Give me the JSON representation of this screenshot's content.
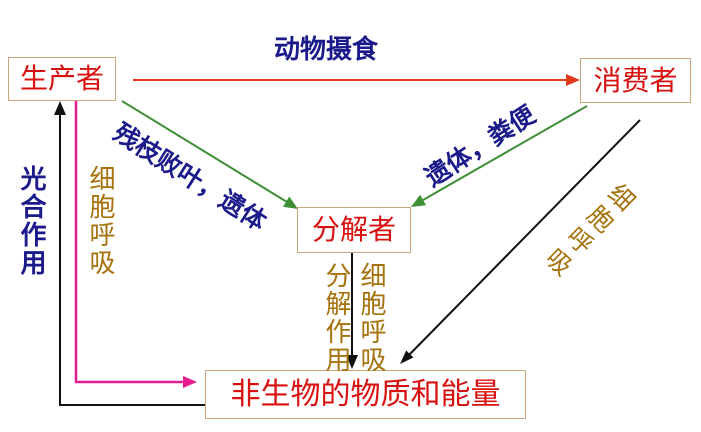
{
  "nodes": {
    "producer": "生产者",
    "consumer": "消费者",
    "decomposer": "分解者",
    "abiotic": "非生物的物质和能量"
  },
  "flows": {
    "feeding": "动物摄食",
    "producer_litter": "残枝败叶，遗体",
    "consumer_remains": "遗体，粪便",
    "consumer_respiration": "细胞呼吸",
    "photosynthesis": "光合作用",
    "producer_respiration": "细胞呼吸",
    "decomposition": "分解作用",
    "decomposer_respiration": "细胞呼吸"
  },
  "colors": {
    "node_text": "#d81010",
    "node_border": "#c9a77a",
    "label_blue": "#1a1a8a",
    "label_brown": "#a5720c",
    "feeding_arrow": "#e0391c",
    "remains_arrow": "#3f8f36",
    "producer_respiration_arrow": "#e31b8d",
    "dark_arrow": "#111111"
  }
}
